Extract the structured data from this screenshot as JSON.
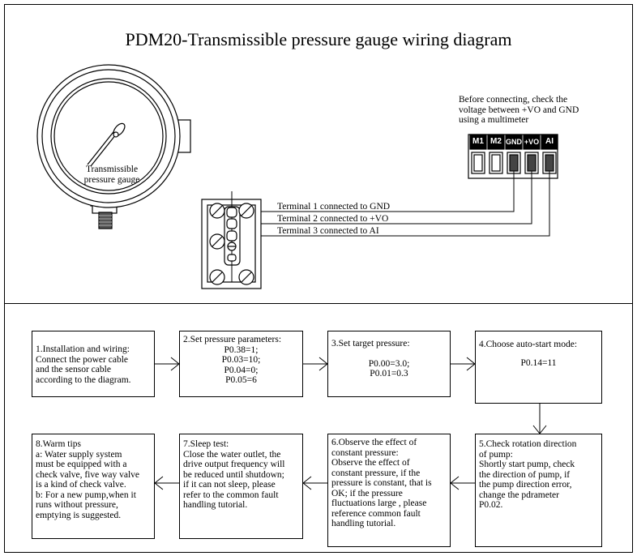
{
  "title": "PDM20-Transmissible pressure gauge wiring diagram",
  "gauge": {
    "label_line1": "Transmissible",
    "label_line2": "pressure gauge"
  },
  "note": {
    "line1": "Before connecting, check the",
    "line2": "voltage between +VO and GND",
    "line3": "using a multimeter"
  },
  "terminals": [
    "M1",
    "M2",
    "GND",
    "+VO",
    "AI"
  ],
  "wires": [
    "Terminal 1 connected to GND",
    "Terminal 2 connected to +VO",
    "Terminal 3 connected to AI"
  ],
  "steps": {
    "s1": {
      "lines": [
        "1.Installation and wiring:",
        "Connect the  power cable",
        "and the sensor cable",
        "according to the diagram."
      ]
    },
    "s2": {
      "lines": [
        "2.Set pressure parameters:",
        "P0.38=1;",
        "P0.03=10;",
        "P0.04=0;",
        "P0.05=6"
      ]
    },
    "s3": {
      "lines": [
        "3.Set target pressure:",
        "P0.00=3.0;",
        "P0.01=0.3"
      ]
    },
    "s4": {
      "lines": [
        "4.Choose auto-start mode:",
        "P0.14=11"
      ]
    },
    "s5": {
      "lines": [
        "5.Check rotation direction",
        "of pump:",
        "Shortly start pump, check",
        "the direction of pump, if",
        "the pump direction error,",
        "change the pdrameter",
        "P0.02."
      ]
    },
    "s6": {
      "lines": [
        "6.Observe the effect of",
        "constant pressure:",
        "Observe the effect of",
        "constant pressure, if the",
        "pressure is constant, that is",
        "OK; if the pressure",
        "fluctuations  large , please",
        "reference common fault",
        "handling tutorial."
      ]
    },
    "s7": {
      "lines": [
        "7.Sleep test:",
        "Close the water outlet, the",
        "drive output frequency will",
        "be reduced until shutdown;",
        "if it can not sleep, please",
        "refer to the common fault",
        "handling tutorial."
      ]
    },
    "s8": {
      "lines": [
        "8.Warm tips",
        "a: Water supply system",
        "must be equipped with a",
        "check valve, five way valve",
        "is a kind of check valve.",
        "b: For a new pump,when it",
        "runs without pressure,",
        "emptying is suggested."
      ]
    }
  }
}
